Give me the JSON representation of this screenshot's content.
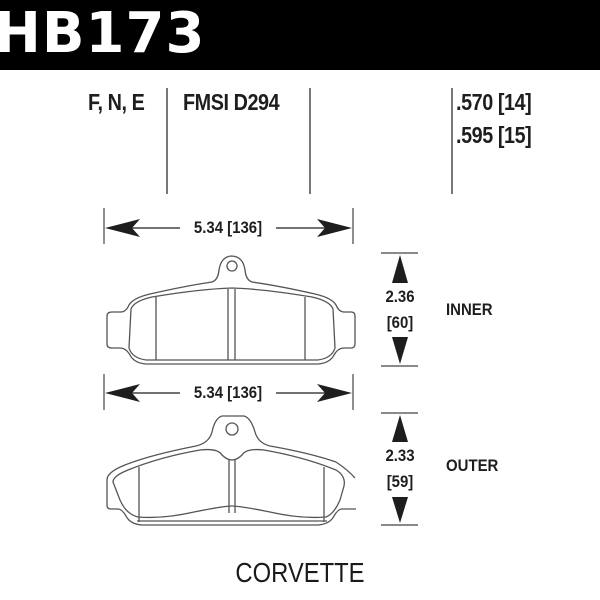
{
  "header": {
    "part_number": "HB173",
    "background_color": "#000000",
    "text_color": "#ffffff"
  },
  "specs": {
    "compounds": "F, N, E",
    "fmsi": "FMSI D294",
    "thickness": [
      {
        "inches": ".570",
        "mm": "[14]",
        "label": ".570 [14]"
      },
      {
        "inches": ".595",
        "mm": "[15]",
        "label": ".595 [15]"
      }
    ]
  },
  "pads": [
    {
      "name": "INNER",
      "width_label": "5.34 [136]",
      "width_in": "5.34",
      "width_mm": "[136]",
      "height_in": "2.36",
      "height_mm": "[60]"
    },
    {
      "name": "OUTER",
      "width_label": "5.34 [136]",
      "width_in": "5.34",
      "width_mm": "[136]",
      "height_in": "2.33",
      "height_mm": "[59]"
    }
  ],
  "vehicle": "CORVETTE",
  "icons": {
    "arrow_left": "arrow-left-icon",
    "arrow_right": "arrow-right-icon",
    "arrow_up": "arrow-up-icon",
    "arrow_down": "arrow-down-icon"
  },
  "colors": {
    "line": "#555555",
    "text": "#1e1e1e",
    "separator": "#777777"
  }
}
